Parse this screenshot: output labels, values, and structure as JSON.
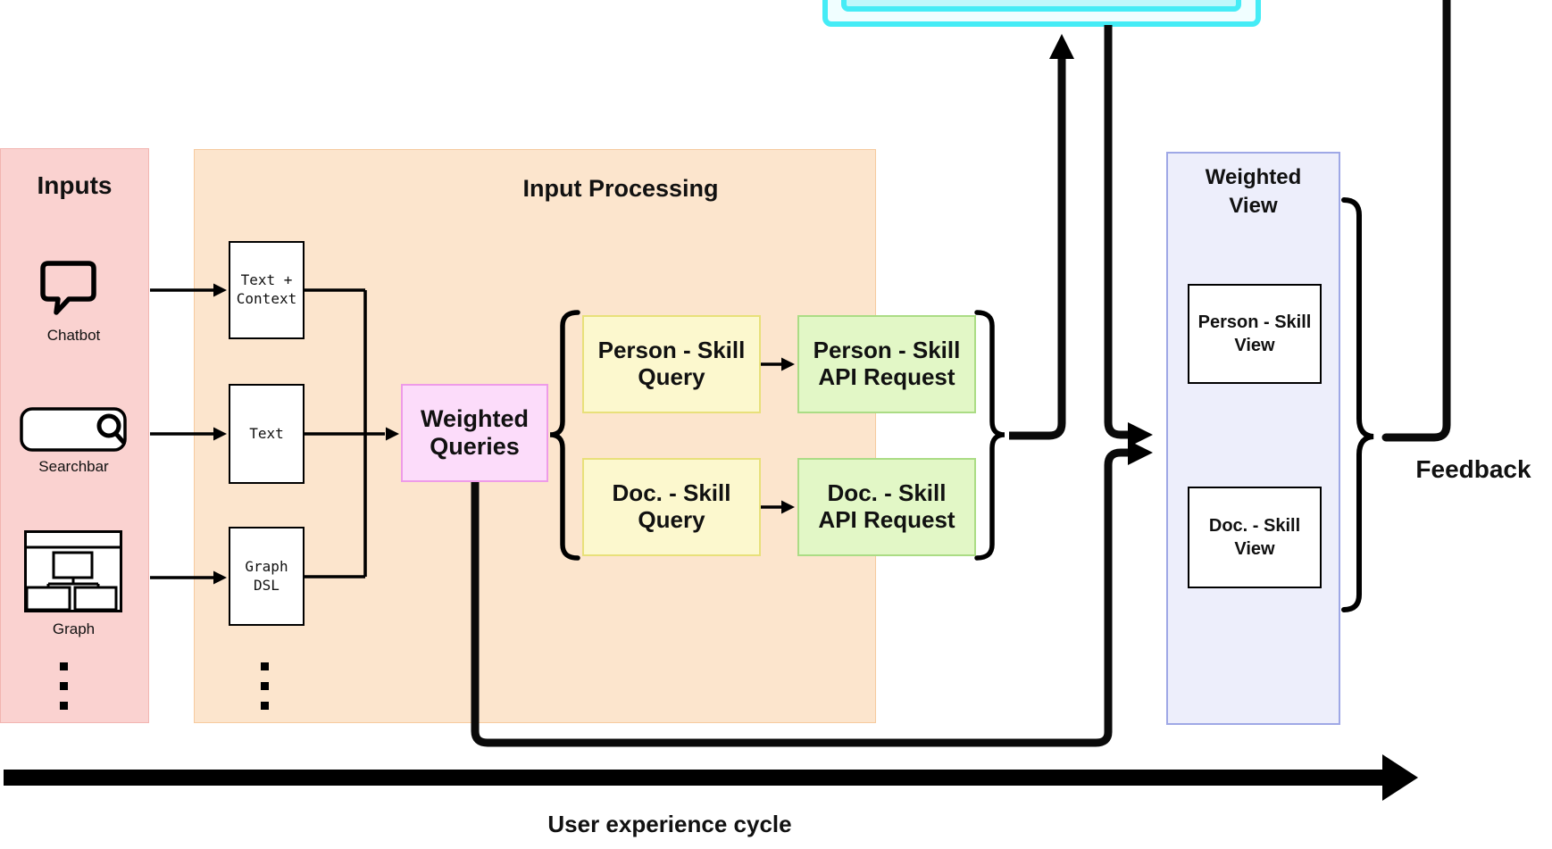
{
  "inputs": {
    "title": "Inputs",
    "items": [
      {
        "label": "Chatbot",
        "icon": "chatbot-icon"
      },
      {
        "label": "Searchbar",
        "icon": "searchbar-icon"
      },
      {
        "label": "Graph",
        "icon": "graph-icon"
      }
    ],
    "ellipsis_icon": "vertical-ellipsis"
  },
  "input_processing": {
    "title": "Input Processing",
    "stage_boxes": [
      {
        "label": "Text +\nContext"
      },
      {
        "label": "Text"
      },
      {
        "label": "Graph\nDSL"
      }
    ],
    "weighted_queries_label": "Weighted\nQueries",
    "query_boxes": [
      {
        "label": "Person - Skill\nQuery"
      },
      {
        "label": "Doc. - Skill\nQuery"
      }
    ],
    "api_boxes": [
      {
        "label": "Person - Skill\nAPI Request"
      },
      {
        "label": "Doc. - Skill\nAPI Request"
      }
    ],
    "ellipsis_icon": "vertical-ellipsis"
  },
  "weighted_view": {
    "title": "Weighted\nView",
    "view_boxes": [
      {
        "label": "Person - Skill\nView"
      },
      {
        "label": "Doc. - Skill\nView"
      }
    ]
  },
  "labels": {
    "feedback": "Feedback",
    "user_experience_cycle": "User experience cycle"
  },
  "colors": {
    "inputs_panel_fill": "#FAD2D0",
    "processing_panel_fill": "#FCE5CD",
    "weighted_view_panel_fill": "#EDEEFB",
    "weighted_view_panel_border": "#9FA8E6",
    "weighted_queries_fill": "#FCDCFA",
    "weighted_queries_border": "#EE9BE8",
    "query_box_fill": "#FCF8CE",
    "query_box_border": "#E8E07A",
    "api_box_fill": "#E2F7C6",
    "api_box_border": "#ABDC85",
    "cyan_box_border": "#45ECF6",
    "cyan_outer_fill": "#F0FEFF",
    "cyan_inner_fill": "#BFF8FB",
    "connector": "#000000"
  }
}
